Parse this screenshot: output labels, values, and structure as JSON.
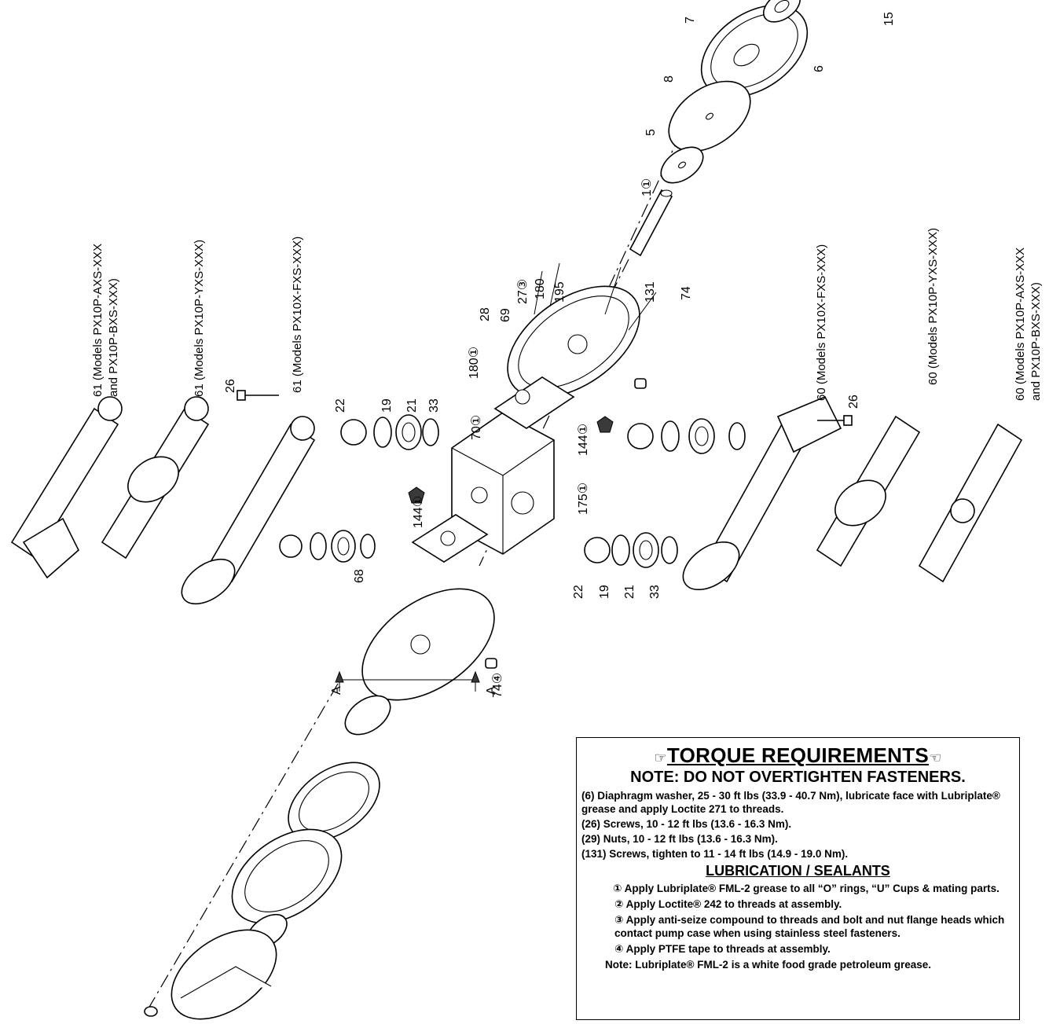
{
  "callouts": {
    "c15": "15",
    "c6top": "6",
    "c7": "7",
    "c8": "8",
    "c5": "5",
    "c1": "1①",
    "c131": "131",
    "c195": "195",
    "c180top": "180",
    "c27": "27③",
    "c69": "69",
    "c28": "28",
    "c180left": "180①",
    "c74right": "74",
    "c70": "70①",
    "c144right": "144①",
    "c175": "175①",
    "c144left": "144①",
    "c68": "68",
    "c74bottom": "74④",
    "c22left": "22",
    "c19left": "19",
    "c21left": "21",
    "c33left": "33",
    "c26left": "26",
    "c26right": "26",
    "c22right": "22",
    "c19right": "19",
    "c21right": "21",
    "c33right": "33",
    "cA1": "A",
    "cA2": "A"
  },
  "model_labels": {
    "m61_axs_line1": "61 (Models PX10P-AXS-XXX",
    "m61_axs_line2": "and PX10P-BXS-XXX)",
    "m61_yxs": "61 (Models PX10P-YXS-XXX)",
    "m61_fxs": "61 (Models PX10X-FXS-XXX)",
    "m60_fxs": "60 (Models PX10X-FXS-XXX)",
    "m60_yxs": "60 (Models PX10P-YXS-XXX)",
    "m60_axs_line1": "60 (Models PX10P-AXS-XXX",
    "m60_axs_line2": "and PX10P-BXS-XXX)"
  },
  "torque": {
    "title": "TORQUE REQUIREMENTS",
    "title_icon": "pointing-hand-icon",
    "note": "NOTE: DO NOT OVERTIGHTEN FASTENERS.",
    "items": [
      "(6) Diaphragm washer, 25 - 30 ft lbs (33.9 - 40.7 Nm), lubricate face with Lubriplate® grease and apply Loctite 271 to threads.",
      "(26) Screws, 10 - 12 ft lbs (13.6 - 16.3 Nm).",
      "(29) Nuts, 10 - 12 ft lbs (13.6 - 16.3 Nm).",
      "(131) Screws, tighten to 11 - 14 ft lbs (14.9 - 19.0 Nm)."
    ]
  },
  "lubrication": {
    "title": "LUBRICATION / SEALANTS",
    "items": [
      "① Apply Lubriplate® FML-2 grease to all “O” rings, “U” Cups & mating parts.",
      "② Apply Loctite® 242 to threads at assembly.",
      "③ Apply anti-seize compound to threads and bolt and nut flange heads which contact pump case when using stainless steel fasteners.",
      "④ Apply PTFE tape to threads at assembly."
    ],
    "footnote": "Note: Lubriplate® FML-2 is a white food grade petroleum grease."
  }
}
